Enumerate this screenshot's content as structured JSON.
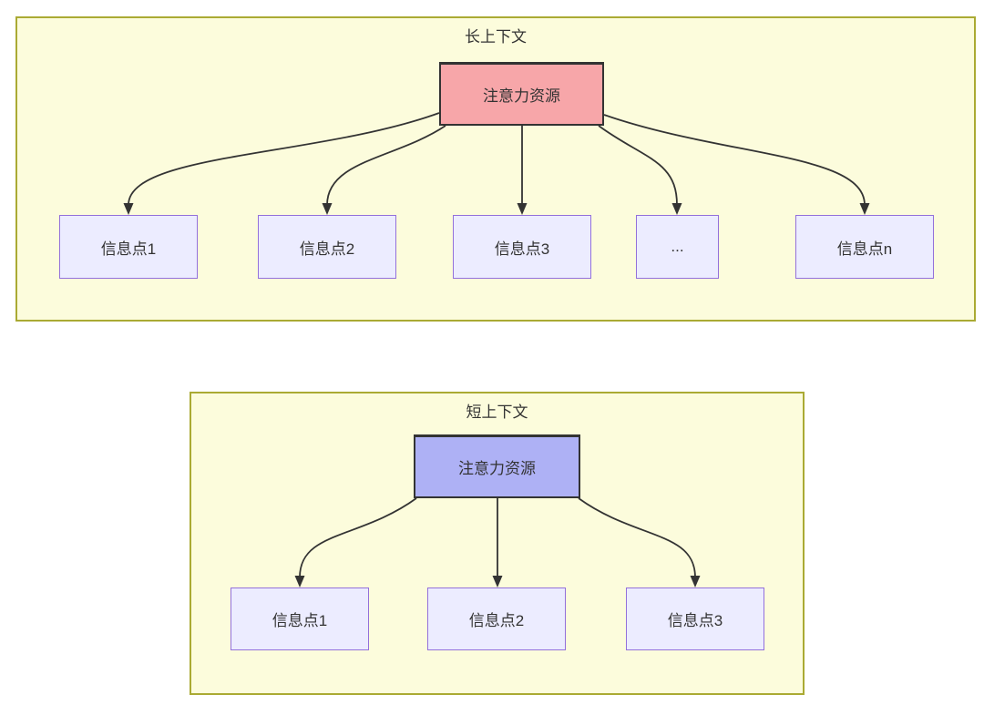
{
  "diagram": {
    "long_context": {
      "title": "长上下文",
      "root": {
        "label": "注意力资源",
        "fill": "#f7a6a9"
      },
      "nodes": [
        {
          "label": "信息点1"
        },
        {
          "label": "信息点2"
        },
        {
          "label": "信息点3"
        },
        {
          "label": "..."
        },
        {
          "label": "信息点n"
        }
      ]
    },
    "short_context": {
      "title": "短上下文",
      "root": {
        "label": "注意力资源",
        "fill": "#aeb1f5"
      },
      "nodes": [
        {
          "label": "信息点1"
        },
        {
          "label": "信息点2"
        },
        {
          "label": "信息点3"
        }
      ]
    },
    "colors": {
      "cluster_fill": "#fcfcdc",
      "cluster_border": "#aaaa33",
      "info_node_fill": "#ececff",
      "info_node_border": "#9370db",
      "root_node_border": "#333333",
      "edge": "#333333",
      "text": "#333333"
    }
  }
}
